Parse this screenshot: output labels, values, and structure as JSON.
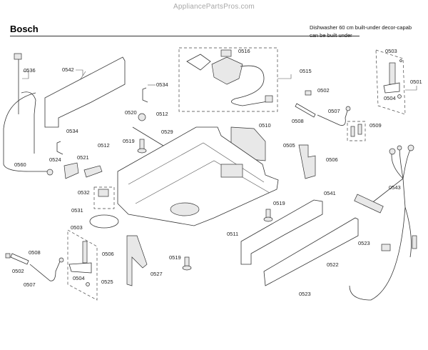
{
  "header": {
    "watermark": "AppliancePartsPros.com",
    "brand": "Bosch",
    "description_line1": "Dishwasher 60 cm built-under decor-capab",
    "description_line2": "can be built under"
  },
  "part_labels": {
    "p0536": "0536",
    "p0542": "0542",
    "p0534a": "0534",
    "p0534b": "0534",
    "p0516": "0516",
    "p0515": "0515",
    "p0503a": "0503",
    "p0501": "0501",
    "p0504a": "0504",
    "p0502a": "0502",
    "p0507a": "0507",
    "p0508a": "0508",
    "p0509": "0509",
    "p0520": "0520",
    "p0512a": "0512",
    "p0512b": "0512",
    "p0529": "0529",
    "p0519a": "0519",
    "p0519b": "0519",
    "p0519c": "0519",
    "p0510": "0510",
    "p0524": "0524",
    "p0521": "0521",
    "p0560": "0560",
    "p0505": "0505",
    "p0506a": "0506",
    "p0506b": "0506",
    "p0532": "0532",
    "p0531": "0531",
    "p0541": "0541",
    "p0543": "0543",
    "p0511": "0511",
    "p0503b": "0503",
    "p0508b": "0508",
    "p0502b": "0502",
    "p0507b": "0507",
    "p0504b": "0504",
    "p0525": "0525",
    "p0527": "0527",
    "p0523a": "0523",
    "p0522": "0522",
    "p0523b": "0523"
  }
}
